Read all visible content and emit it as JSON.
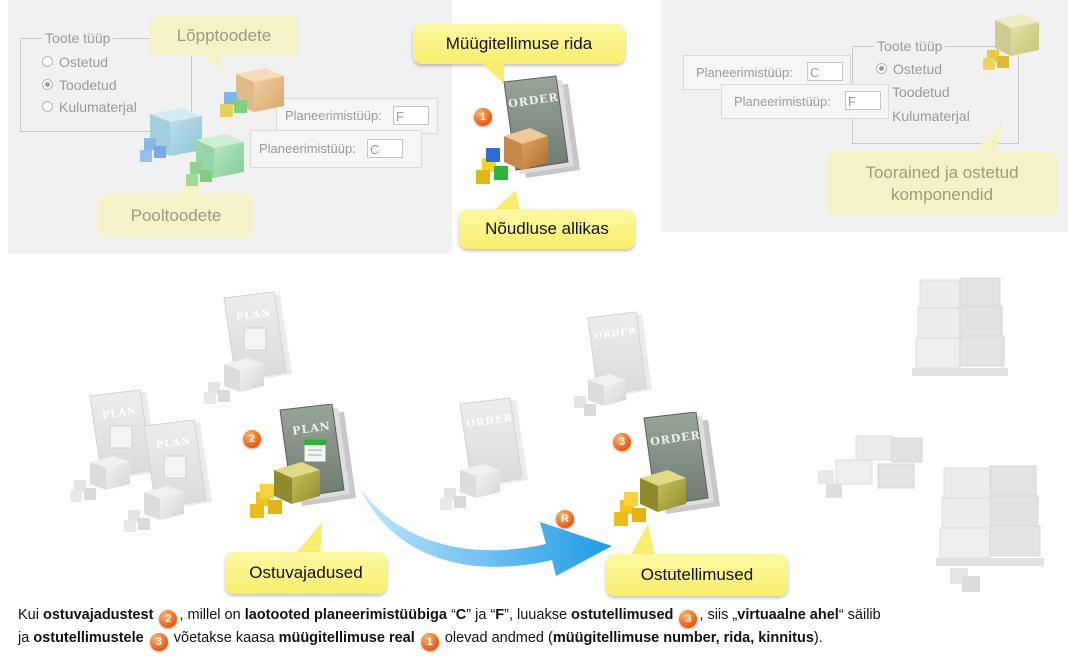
{
  "left_panel": {
    "fieldset_legend": "Toote tüüp",
    "options": [
      "Ostetud",
      "Toodetud",
      "Kulumaterjal"
    ],
    "selected_option": "Toodetud",
    "field_f": {
      "label": "Planeerimistüüp:",
      "value": "F"
    },
    "field_c": {
      "label": "Planeerimistüüp:",
      "value": "C"
    },
    "callout_top": "Lõpptoodete",
    "callout_bottom": "Pooltoodete"
  },
  "center_panel": {
    "callout_top": "Müügitellimuse rida",
    "callout_bottom": "Nõudluse allikas",
    "badge": "1",
    "doc_title": "ORDER"
  },
  "right_panel": {
    "fieldset_legend": "Toote tüüp",
    "options": [
      "Ostetud",
      "Toodetud",
      "Kulumaterjal"
    ],
    "selected_option": "Ostetud",
    "field_c": {
      "label": "Planeerimistüüp:",
      "value": "C"
    },
    "field_f": {
      "label": "Planeerimistüüp:",
      "value": "F"
    },
    "callout": "Toorained ja ostetud komponendid"
  },
  "flow": {
    "plan_title": "PLAN",
    "order_title": "ORDER",
    "badge_plan": "2",
    "badge_order": "3",
    "badge_arrow": "R",
    "callout_left": "Ostuvajadused",
    "callout_right": "Ostutellimused"
  },
  "caption": {
    "l1_a": "Kui ",
    "l1_b": "ostuvajadustest",
    "l1_badge1": "2",
    "l1_c": ", millel on ",
    "l1_d": "laotooted planeerimistüübiga",
    "l1_e": " “",
    "l1_f": "C",
    "l1_g": "” ja “",
    "l1_h": "F",
    "l1_i": "”, luuakse ",
    "l1_j": "ostutellimused",
    "l1_badge2": "3",
    "l1_k": ", siis „",
    "l1_l": "virtuaalne ahel",
    "l1_m": "“ säilib",
    "l2_a": "ja ",
    "l2_b": "ostutellimustele",
    "l2_badge1": "3",
    "l2_c": " võetakse kaasa ",
    "l2_d": "müügitellimuse real",
    "l2_badge2": "1",
    "l2_e": " olevad andmed (",
    "l2_f": "müügitellimuse number, rida, kinnitus",
    "l2_g": ")."
  },
  "colors": {
    "arrow": "#29a3e6",
    "callout_yellow": "#fdf59a",
    "badge_orange": "#e85a10",
    "panel_gray": "#f1f1f1"
  }
}
